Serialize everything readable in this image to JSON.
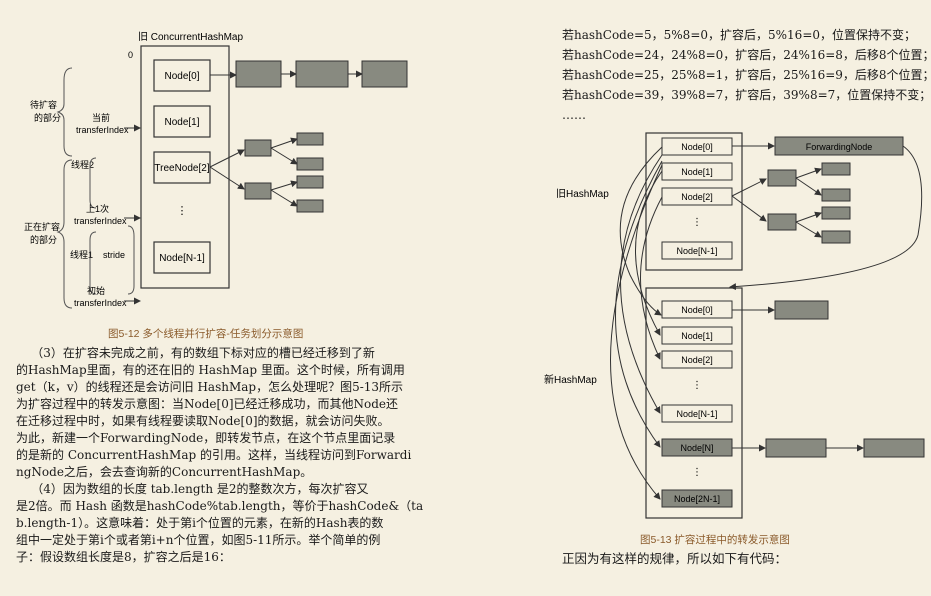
{
  "left": {
    "fig12": {
      "title": "旧 ConcurrentHashMap",
      "index0": "0",
      "nodes": [
        "Node[0]",
        "Node[1]",
        "TreeNode[2]",
        "⋮",
        "Node[N-1]"
      ],
      "labels": {
        "pending": [
          "待扩容",
          "的部分"
        ],
        "current": [
          "当前",
          "transferIndex"
        ],
        "thread2": "线程2",
        "last": [
          "上1次",
          "transferIndex"
        ],
        "in_progress": [
          "正在扩容",
          "的部分"
        ],
        "thread1": "线程1",
        "stride": "stride",
        "initial": [
          "初始",
          "transferIndex"
        ]
      },
      "caption": "图5-12  多个线程并行扩容-任务划分示意图"
    },
    "paragraph3": [
      "    （3）在扩容未完成之前，有的数组下标对应的槽已经迁移到了新",
      "的HashMap里面，有的还在旧的 HashMap 里面。这个时候，所有调用",
      "get（k，v）的线程还是会访问旧 HashMap，怎么处理呢？图5-13所示",
      "为扩容过程中的转发示意图：当Node[0]已经迁移成功，而其他Node还",
      "在迁移过程中时，如果有线程要读取Node[0]的数据，就会访问失败。",
      "为此，新建一个ForwardingNode，即转发节点，在这个节点里面记录",
      "的是新的 ConcurrentHashMap 的引用。这样，当线程访问到Forwardi",
      "ngNode之后，会去查询新的ConcurrentHashMap。"
    ],
    "paragraph4": [
      "    （4）因为数组的长度 tab.length 是2的整数次方，每次扩容又",
      "是2倍。而 Hash 函数是hashCode%tab.length，等价于hashCode&（ta",
      "b.length-1）。这意味着：处于第i个位置的元素，在新的Hash表的数",
      "组中一定处于第i个或者第i+n个位置，如图5-11所示。举个简单的例",
      "子：假设数组长度是8，扩容之后是16："
    ]
  },
  "right": {
    "examples": [
      "若hashCode=5，5%8=0，扩容后，5%16=0，位置保持不变；",
      "若hashCode=24，24%8=0，扩容后，24%16=8，后移8个位置；",
      "若hashCode=25，25%8=1，扩容后，25%16=9，后移8个位置；",
      "若hashCode=39，39%8=7，扩容后，39%8=7，位置保持不变；",
      "……"
    ],
    "fig13": {
      "old_label": "旧HashMap",
      "new_label": "新HashMap",
      "forwarding": "ForwardingNode",
      "old_nodes": [
        "Node[0]",
        "Node[1]",
        "Node[2]",
        "⋮",
        "Node[N-1]"
      ],
      "new_nodes": [
        "Node[0]",
        "Node[1]",
        "Node[2]",
        "⋮",
        "Node[N-1]",
        "Node[N]",
        "⋮",
        "Node[2N-1]"
      ],
      "caption": "图5-13  扩容过程中的转发示意图"
    },
    "closing": "正因为有这样的规律，所以如下有代码："
  }
}
